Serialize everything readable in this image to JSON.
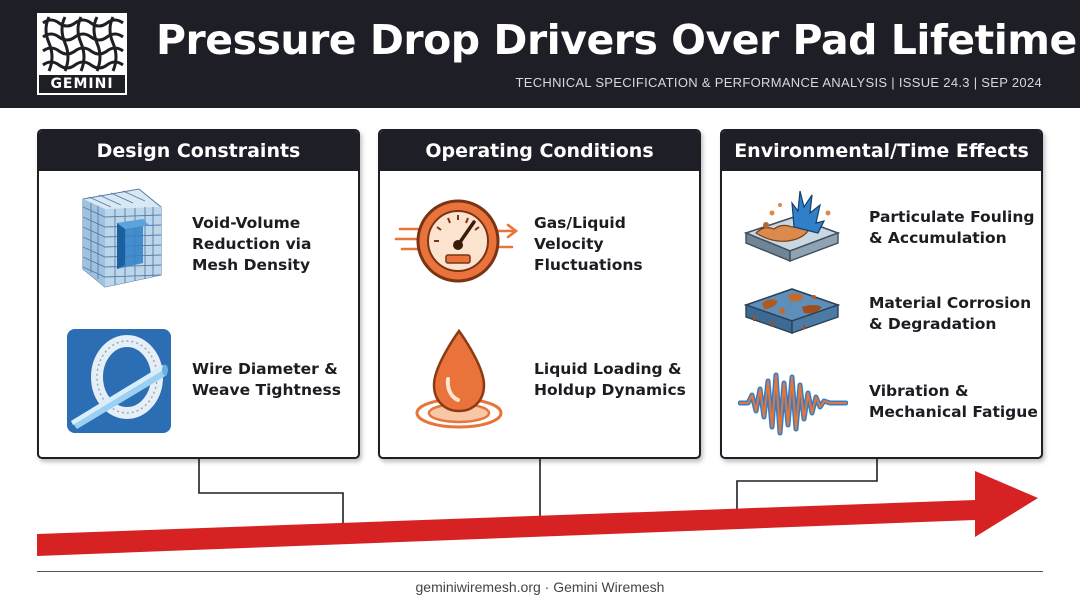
{
  "header": {
    "logo_text": "GEMINI",
    "title": "Pressure Drop Drivers Over Pad Lifetime",
    "subtitle": "TECHNICAL SPECIFICATION & PERFORMANCE ANALYSIS | ISSUE 24.3 | SEP 2024"
  },
  "panels": [
    {
      "title": "Design Constraints",
      "items": [
        {
          "label": "Void-Volume\nReduction via\nMesh Density",
          "icon": "mesh-cube-icon"
        },
        {
          "label": "Wire Diameter &\nWeave Tightness",
          "icon": "wire-ring-icon"
        }
      ]
    },
    {
      "title": "Operating Conditions",
      "items": [
        {
          "label": "Gas/Liquid\nVelocity\nFluctuations",
          "icon": "speedometer-icon"
        },
        {
          "label": "Liquid Loading &\nHoldup Dynamics",
          "icon": "droplet-icon"
        }
      ]
    },
    {
      "title": "Environmental/Time Effects",
      "items": [
        {
          "label": "Particulate Fouling\n& Accumulation",
          "icon": "fouling-icon"
        },
        {
          "label": "Material Corrosion\n& Degradation",
          "icon": "corrosion-icon"
        },
        {
          "label": "Vibration &\nMechanical Fatigue",
          "icon": "vibration-wave-icon"
        }
      ]
    }
  ],
  "colors": {
    "dark": "#1e1e26",
    "arrow": "#d62222",
    "accent_blue": "#2f80c8",
    "accent_orange": "#e8743a"
  },
  "footer": {
    "text": "geminiwiremesh.org · Gemini Wiremesh"
  }
}
